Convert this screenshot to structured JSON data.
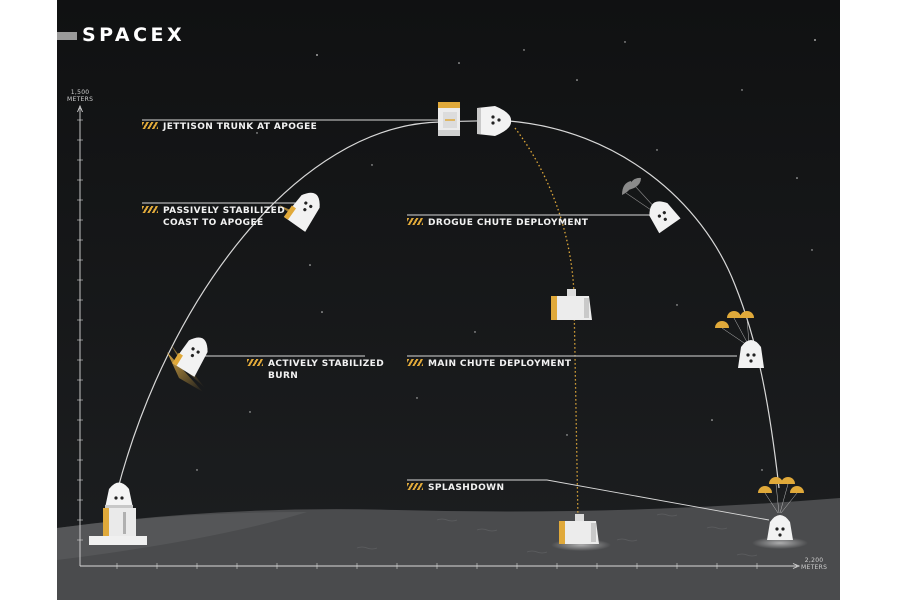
{
  "brand": {
    "logo_text": "SPACEX"
  },
  "axes": {
    "y": {
      "value": "1,500",
      "unit": "METERS"
    },
    "x": {
      "value": "2,200",
      "unit": "METERS"
    }
  },
  "stages": {
    "jettison": "JETTISON TRUNK AT APOGEE",
    "coast_line1": "PASSIVELY STABILIZED",
    "coast_line2": "COAST TO APOGEE",
    "burn_line1": "ACTIVELY STABILIZED",
    "burn_line2": "BURN",
    "drogue": "DROGUE CHUTE DEPLOYMENT",
    "main": "MAIN CHUTE DEPLOYMENT",
    "splashdown": "SPLASHDOWN"
  },
  "colors": {
    "sky": "#121314",
    "ground": "#4a4b4d",
    "accent": "#e0a93a",
    "capsule": "#eeeeee",
    "trajectory": "#d8d8d8"
  }
}
